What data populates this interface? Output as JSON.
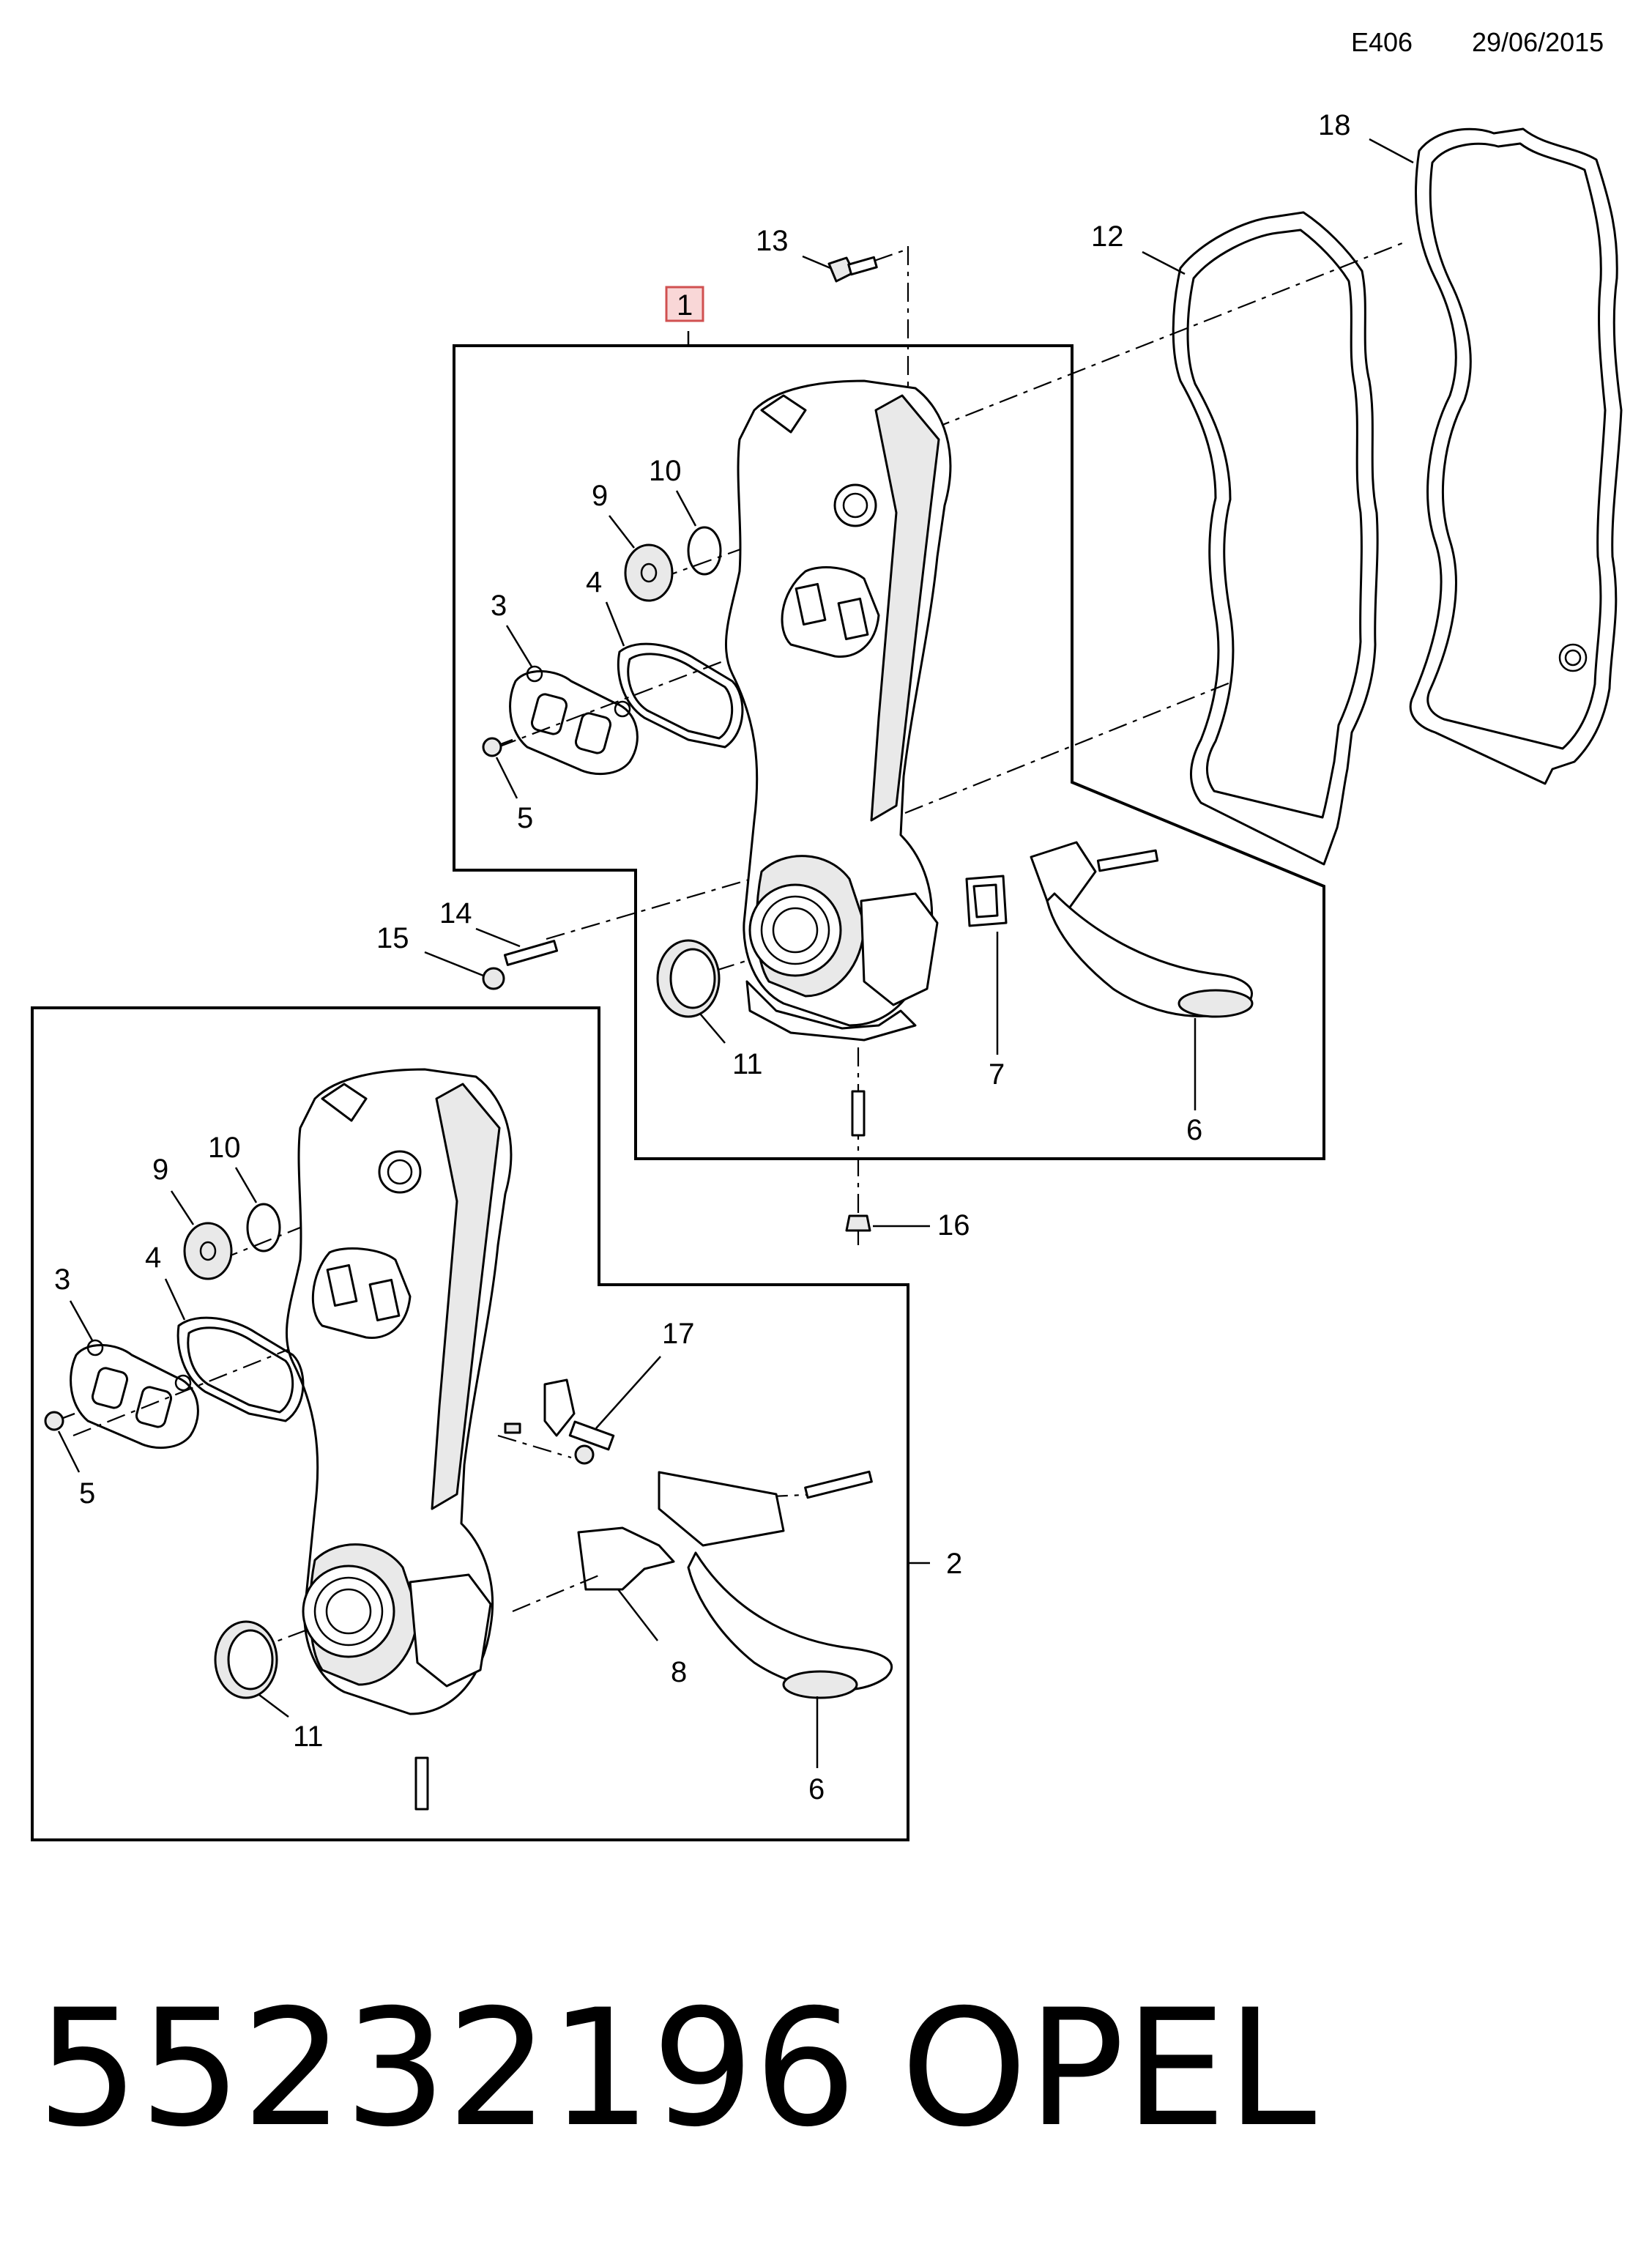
{
  "header": {
    "code": "E406",
    "date": "29/06/2015"
  },
  "footer": {
    "part_number": "55232196",
    "brand": "OPEL"
  },
  "callouts": {
    "c1": "1",
    "c2": "2",
    "c3a": "3",
    "c3b": "3",
    "c4a": "4",
    "c4b": "4",
    "c5a": "5",
    "c5b": "5",
    "c6a": "6",
    "c6b": "6",
    "c7": "7",
    "c8": "8",
    "c9a": "9",
    "c9b": "9",
    "c10a": "10",
    "c10b": "10",
    "c11a": "11",
    "c11b": "11",
    "c12": "12",
    "c13": "13",
    "c14": "14",
    "c15": "15",
    "c16": "16",
    "c17": "17",
    "c18": "18"
  },
  "colors": {
    "highlight_fill": "#f9d7d7",
    "highlight_stroke": "#d05050",
    "line": "#000000"
  }
}
